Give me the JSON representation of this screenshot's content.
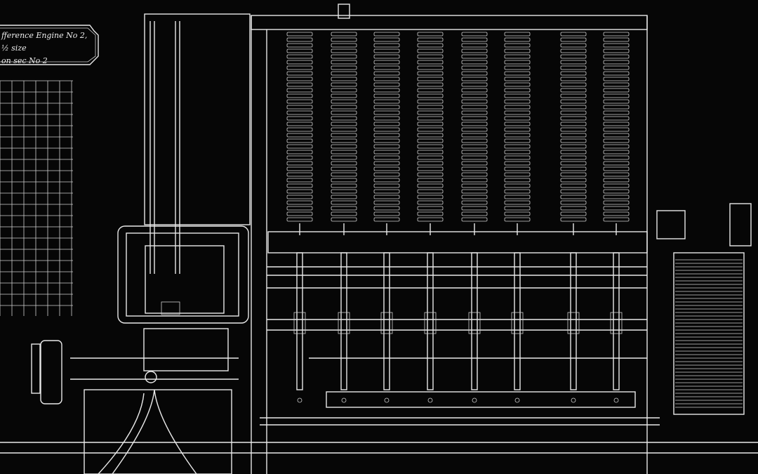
{
  "drawing": {
    "title_line1": "fference Engine No 2, ½ size",
    "title_line2": "on sec No 2",
    "column_count": 8,
    "colors": {
      "background": "#060606",
      "lines": "#e8e8e8"
    }
  }
}
